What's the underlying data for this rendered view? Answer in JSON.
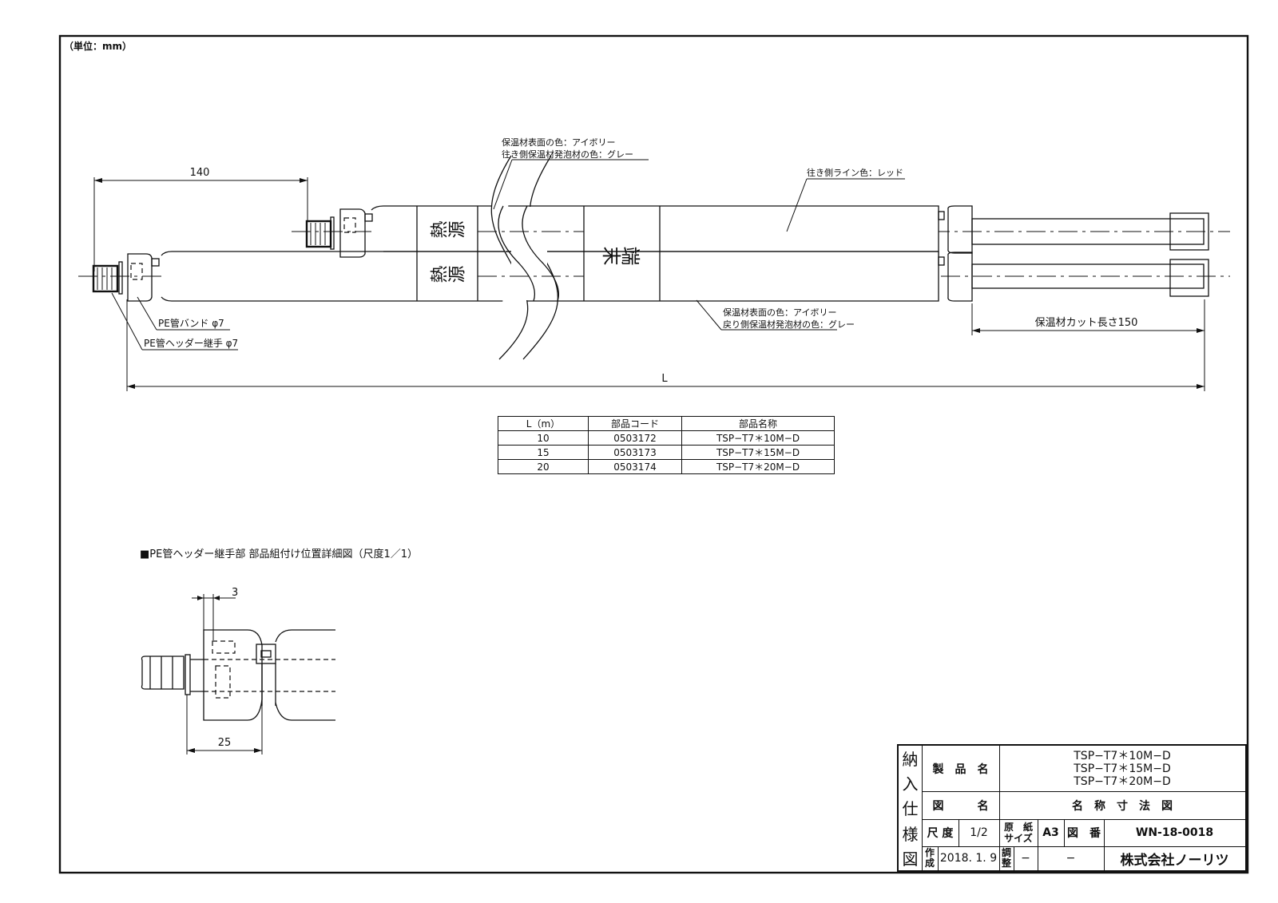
{
  "drawing": {
    "unit_note": "（単位：mm）",
    "dimensions": {
      "header_offset": "140",
      "total_length": "L",
      "insulation_cut_length": "保温材カット長さ150",
      "detail_gap": "3",
      "detail_distance": "25"
    },
    "callouts": {
      "supply_surface_color": "保温材表面の色：アイボリー",
      "supply_foam_color": "往き側保温材発泡材の色：グレー",
      "supply_line_color": "往き側ライン色：レッド",
      "return_surface_color": "保温材表面の色：アイボリー",
      "return_foam_color": "戻り側保温材発泡材の色：グレー",
      "pe_band": "PE管バンド φ7",
      "pe_header_joint": "PE管ヘッダー継手 φ7"
    },
    "labels": {
      "heat_source_top": "熱源",
      "heat_source_bottom": "熱源",
      "terminal": "端末"
    },
    "detail_title": "■PE管ヘッダー継手部 部品組付け位置詳細図（尺度1／1）"
  },
  "parts_table": {
    "headers": [
      "L（m）",
      "部品コード",
      "部品名称"
    ],
    "rows": [
      [
        "10",
        "0503172",
        "TSP−T7＊10M−D"
      ],
      [
        "15",
        "0503173",
        "TSP−T7＊15M−D"
      ],
      [
        "20",
        "0503174",
        "TSP−T7＊20M−D"
      ]
    ]
  },
  "title_block": {
    "vertical_title": [
      "納",
      "入",
      "仕",
      "様",
      "図"
    ],
    "product_name_label": "製　品　名",
    "product_names": [
      "TSP−T7＊10M−D",
      "TSP−T7＊15M−D",
      "TSP−T7＊20M−D"
    ],
    "drawing_name_label": "図　　　名",
    "drawing_name": "名　称　寸　法　図",
    "scale_label": "尺 度",
    "scale": "1/2",
    "paper_label_1": "原　紙",
    "paper_label_2": "サイズ",
    "paper_size": "A3",
    "drawing_no_label": "図　番",
    "drawing_no": "WN-18-0018",
    "created_label_1": "作",
    "created_label_2": "成",
    "created_date": "2018. 1. 9",
    "adjust_label_1": "調",
    "adjust_label_2": "整",
    "adjust_value": "−",
    "blank_value": "−",
    "company": "株式会社ノーリツ"
  }
}
